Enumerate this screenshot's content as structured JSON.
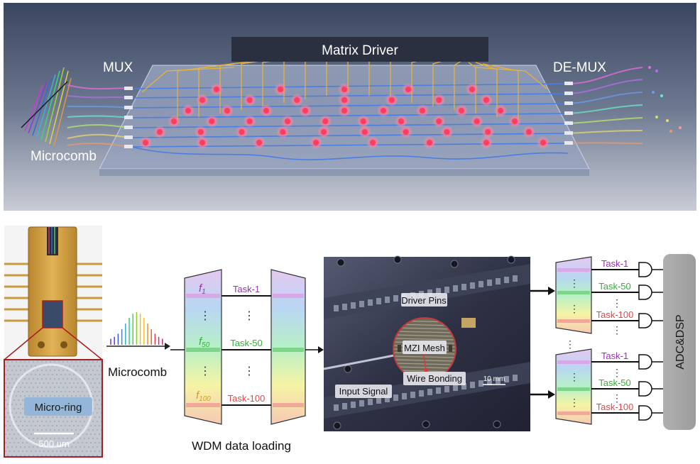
{
  "top_panel": {
    "matrix_driver": "Matrix Driver",
    "mux": "MUX",
    "demux": "DE-MUX",
    "microcomb": "Microcomb"
  },
  "chip_photo": {
    "micro_ring": "Micro-ring",
    "scale_bar": "500 um"
  },
  "microcomb_label": "Microcomb",
  "wdm": {
    "caption": "WDM data loading",
    "f1_base": "f",
    "f1_sub": "1",
    "f50_base": "f",
    "f50_sub": "50",
    "f100_base": "f",
    "f100_sub": "100",
    "task1": "Task-1",
    "task50": "Task-50",
    "task100": "Task-100",
    "dots": "⋮"
  },
  "photo": {
    "driver_pins": "Driver Pins",
    "mzi_mesh": "MZI Mesh",
    "wire_bonding": "Wire Bonding",
    "input_signal": "Input Signal",
    "scale": "10 mm"
  },
  "output": {
    "task1": "Task-1",
    "task50": "Task-50",
    "task100": "Task-100",
    "dots": "⋮",
    "adc": "ADC&DSP"
  },
  "colors": {
    "purple": "#9b2fb5",
    "green": "#35b035",
    "red": "#e0484a",
    "gold": "#e6b23a",
    "blue": "#4b7ee0"
  }
}
